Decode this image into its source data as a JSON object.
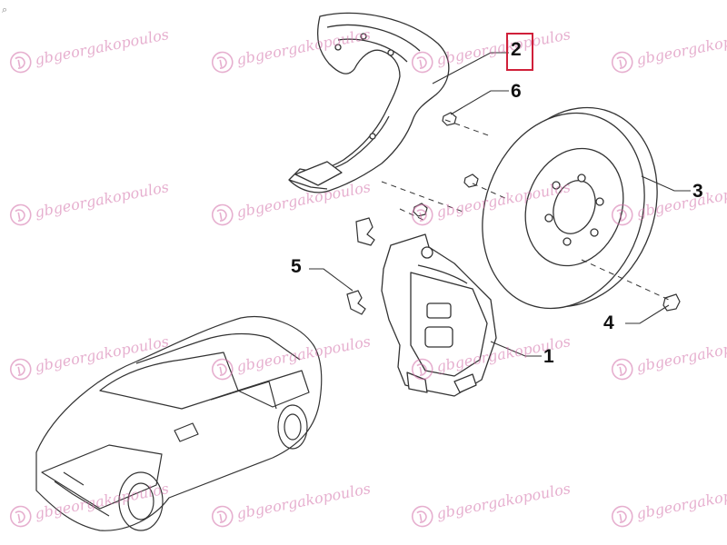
{
  "watermark": {
    "text": "gbgeorgakopoulos",
    "icon": "gb-logo-icon",
    "color": "#d36fa8"
  },
  "callouts": [
    {
      "id": "1",
      "label": "1",
      "part": "brake-caliper"
    },
    {
      "id": "2",
      "label": "2",
      "part": "brake-dust-shield",
      "highlighted": true
    },
    {
      "id": "3",
      "label": "3",
      "part": "brake-disc"
    },
    {
      "id": "4",
      "label": "4",
      "part": "disc-screw"
    },
    {
      "id": "5",
      "label": "5",
      "part": "caliper-bolt"
    },
    {
      "id": "6",
      "label": "6",
      "part": "shield-screw"
    }
  ],
  "highlight_color": "#d0203a",
  "zoom_icon": "zoom-icon"
}
